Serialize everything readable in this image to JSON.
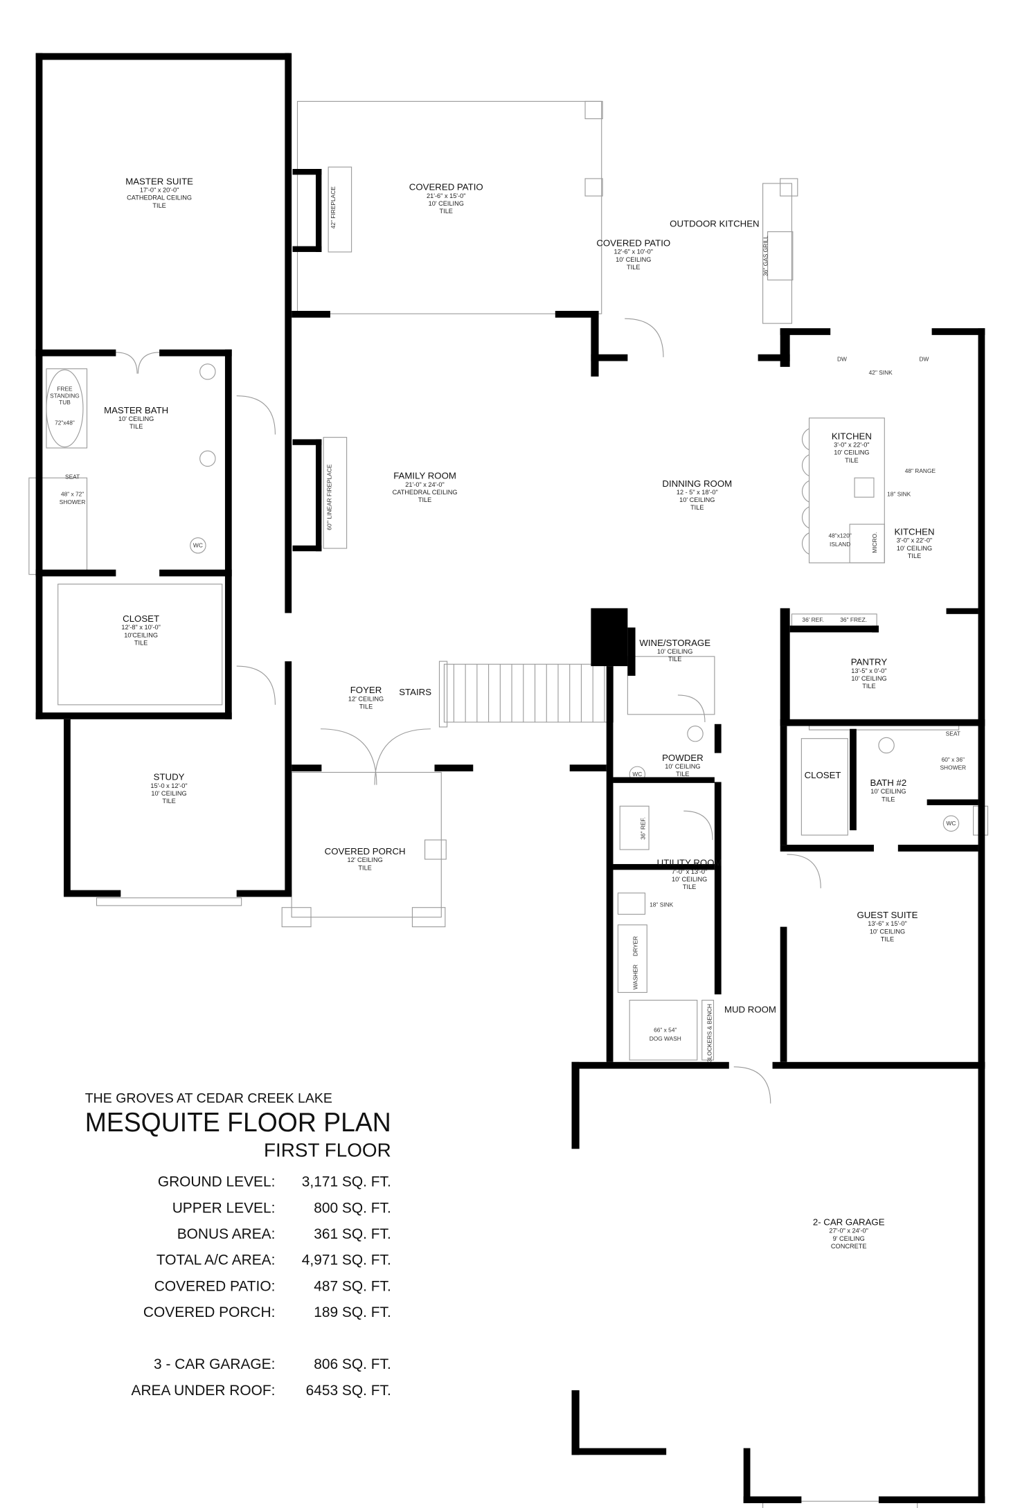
{
  "title_block": {
    "community": "THE GROVES AT CEDAR CREEK LAKE",
    "plan_name": "MESQUITE FLOOR PLAN",
    "floor": "FIRST FLOOR",
    "areas": [
      {
        "label": "GROUND LEVEL:",
        "value": "3,171 SQ. FT."
      },
      {
        "label": "UPPER LEVEL:",
        "value": "800 SQ. FT."
      },
      {
        "label": "BONUS AREA:",
        "value": "361 SQ. FT."
      },
      {
        "label": "TOTAL A/C AREA:",
        "value": "4,971 SQ. FT."
      },
      {
        "label": "COVERED PATIO:",
        "value": "487 SQ. FT."
      },
      {
        "label": "COVERED PORCH:",
        "value": "189 SQ. FT."
      },
      {
        "label": "3 - CAR GARAGE:",
        "value": "806 SQ. FT."
      },
      {
        "label": "AREA UNDER ROOF:",
        "value": "6453 SQ. FT."
      }
    ]
  },
  "rooms": [
    {
      "name": "MASTER SUITE",
      "details": [
        "17'-0\" x 20'-0\"",
        "CATHEDRAL CEILING",
        "TILE"
      ]
    },
    {
      "name": "COVERED PATIO",
      "details": [
        "21'-6\" x 15'-0\"",
        "10' CEILING",
        "TILE"
      ]
    },
    {
      "name": "OUTDOOR KITCHEN",
      "details": []
    },
    {
      "name": "COVERED PATIO",
      "details": [
        "12'-6\" x 10'-0\"",
        "10' CEILING",
        "TILE"
      ]
    },
    {
      "name": "MASTER BATH",
      "details": [
        "10' CEILING",
        "TILE"
      ]
    },
    {
      "name": "FAMILY ROOM",
      "details": [
        "21'-0\" x 24'-0\"",
        "CATHEDRAL CEILING",
        "TILE"
      ]
    },
    {
      "name": "DINNING ROOM",
      "details": [
        "12 - 5\" x 18'-0\"",
        "10' CEILING",
        "TILE"
      ]
    },
    {
      "name": "KITCHEN",
      "details": [
        "3'-0\" x 22'-0\"",
        "10' CEILING",
        "TILE"
      ]
    },
    {
      "name": "KITCHEN",
      "details": [
        "3'-0\" x 22'-0\"",
        "10' CEILING",
        "TILE"
      ]
    },
    {
      "name": "CLOSET",
      "details": [
        "12'-8\" x 10'-0\"",
        "10'CEILING",
        "TILE"
      ]
    },
    {
      "name": "PANTRY",
      "details": [
        "13'-5\" x 0'-0\"",
        "10' CEILING",
        "TILE"
      ]
    },
    {
      "name": "WINE/STORAGE",
      "details": [
        "10' CEILING",
        "TILE"
      ]
    },
    {
      "name": "FOYER",
      "details": [
        "12' CEILING",
        "TILE"
      ]
    },
    {
      "name": "STAIRS",
      "details": []
    },
    {
      "name": "POWDER",
      "details": [
        "10' CEILING",
        "TILE"
      ]
    },
    {
      "name": "CLOSET",
      "details": []
    },
    {
      "name": "BATH #2",
      "details": [
        "10' CEILING",
        "TILE"
      ]
    },
    {
      "name": "STUDY",
      "details": [
        "15'-0 x 12'-0\"",
        "10' CEILING",
        "TILE"
      ]
    },
    {
      "name": "COVERED PORCH",
      "details": [
        "12' CEILING",
        "TILE"
      ]
    },
    {
      "name": "UTILITY ROOM",
      "details": [
        "7'-0\" x 13'-0\"",
        "10' CEILING",
        "TILE"
      ]
    },
    {
      "name": "GUEST SUITE",
      "details": [
        "13'-6\" x 15'-0\"",
        "10' CEILING",
        "TILE"
      ]
    },
    {
      "name": "MUD ROOM",
      "details": []
    },
    {
      "name": "2- CAR GARAGE",
      "details": [
        "27'-0\" x 24'-0\"",
        "9' CEILING",
        "CONCRETE"
      ]
    }
  ],
  "fixtures": [
    {
      "label": "42'' FIREPLACE",
      "vertical": true
    },
    {
      "label": "36\" GAS GRILL",
      "vertical": true
    },
    {
      "label": "60\"' LINEAR FIREPLACE",
      "vertical": true
    },
    {
      "label": "FREE"
    },
    {
      "label": "STANDING"
    },
    {
      "label": "TUB"
    },
    {
      "label": "72\"x48\""
    },
    {
      "label": "SEAT"
    },
    {
      "label": "48\" x 72\""
    },
    {
      "label": "SHOWER"
    },
    {
      "label": "WC"
    },
    {
      "label": "DW"
    },
    {
      "label": "DW"
    },
    {
      "label": "42\" SINK"
    },
    {
      "label": "48\" RANGE"
    },
    {
      "label": "18\" SINK"
    },
    {
      "label": "48\"x120\""
    },
    {
      "label": "ISLAND"
    },
    {
      "label": "MICRO.",
      "vertical": true
    },
    {
      "label": "36' REF."
    },
    {
      "label": "36\" FREZ."
    },
    {
      "label": "WC"
    },
    {
      "label": "SEAT"
    },
    {
      "label": "60\" x 36\""
    },
    {
      "label": "SHOWER"
    },
    {
      "label": "WC"
    },
    {
      "label": "36\" REF.",
      "vertical": true
    },
    {
      "label": "18\" SINK"
    },
    {
      "label": "DRYER",
      "vertical": true
    },
    {
      "label": "WASHER",
      "vertical": true
    },
    {
      "label": "66\" x 54\""
    },
    {
      "label": "DOG WASH"
    },
    {
      "label": "3LOCKERS & BENCH",
      "vertical": true
    }
  ],
  "colors": {
    "wall": "#000000",
    "line": "#9a9a9a",
    "text": "#111111"
  }
}
